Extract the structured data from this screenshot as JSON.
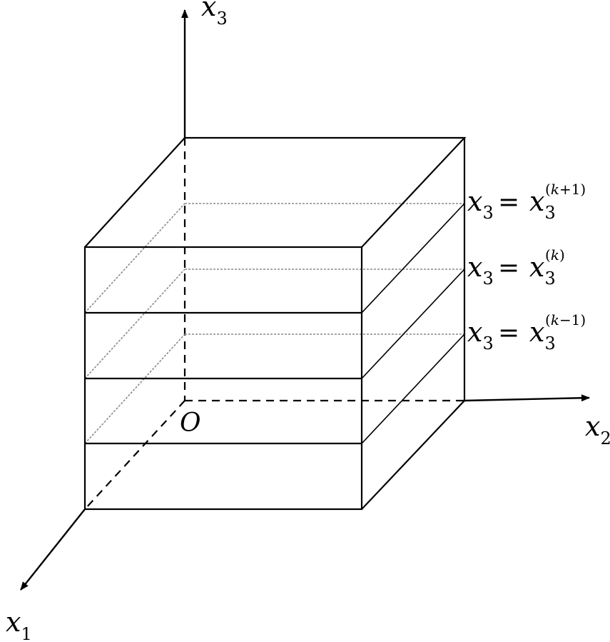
{
  "axes": {
    "x1": {
      "base": "x",
      "sub": "1"
    },
    "x2": {
      "base": "x",
      "sub": "2"
    },
    "x3": {
      "base": "x",
      "sub": "3"
    },
    "origin": "O"
  },
  "layer_labels": [
    {
      "lhs_base": "x",
      "lhs_sub": "3",
      "eq": "=",
      "rhs_base": "x",
      "rhs_sub": "3",
      "sup_open": "(",
      "sup_k": "k",
      "sup_rest": "+1)"
    },
    {
      "lhs_base": "x",
      "lhs_sub": "3",
      "eq": "=",
      "rhs_base": "x",
      "rhs_sub": "3",
      "sup_open": "(",
      "sup_k": "k",
      "sup_rest": ")"
    },
    {
      "lhs_base": "x",
      "lhs_sub": "3",
      "eq": "=",
      "rhs_base": "x",
      "rhs_sub": "3",
      "sup_open": "(",
      "sup_k": "k",
      "sup_rest": "−1)"
    }
  ]
}
